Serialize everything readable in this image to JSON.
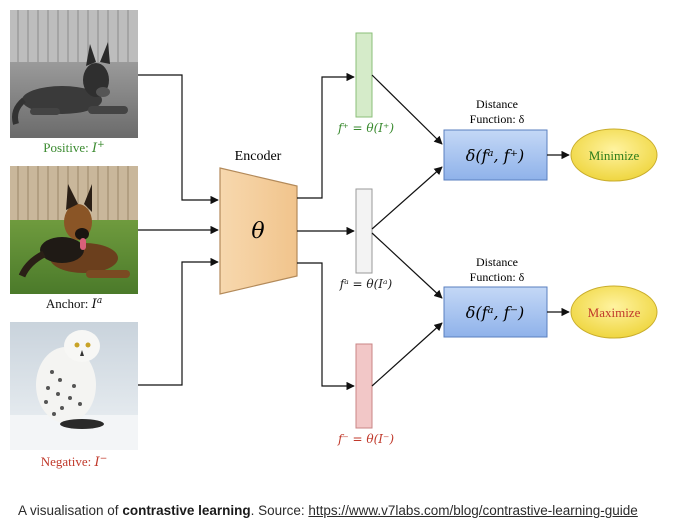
{
  "images": {
    "positive": {
      "label_prefix": "Positive: ",
      "label_var": "I",
      "label_sup": "+",
      "subject": "dog lying on grass (grayscale)"
    },
    "anchor": {
      "label_prefix": "Anchor: ",
      "label_var": "I",
      "label_sup": "a",
      "subject": "dog lying on grass (color)"
    },
    "negative": {
      "label_prefix": "Negative: ",
      "label_var": "I",
      "label_sup": "−",
      "subject": "snowy owl"
    }
  },
  "encoder": {
    "title": "Encoder",
    "symbol": "θ"
  },
  "embeddings": {
    "positive": "f⁺ = θ(I⁺)",
    "anchor": "fᵃ = θ(Iᵃ)",
    "negative": "f⁻ = θ(I⁻)"
  },
  "distance": {
    "title_line1": "Distance",
    "title_line2": "Function: δ",
    "positive_expr": "δ(fᵃ, f⁺)",
    "negative_expr": "δ(fᵃ, f⁻)"
  },
  "outcomes": {
    "minimize": "Minimize",
    "maximize": "Maximize"
  },
  "caption": {
    "prefix": "A visualisation of ",
    "bold": "contrastive learning",
    "middle": ". Source: ",
    "link": "https://www.v7labs.com/blog/contrastive-learning-guide"
  },
  "colors": {
    "positive_label": "#3a8a2f",
    "negative_label": "#c0392b",
    "encoder_fill": "#f6d3a6",
    "encoder_stroke": "#b38a5a",
    "pos_vec_fill": "#d5ebc9",
    "anchor_vec_fill": "#f3f3f3",
    "neg_vec_fill": "#f2c7c7",
    "distance_fill": "#a9c6f0",
    "outcome_fill": "#f6e15c",
    "minimize_text": "#2e7d1c",
    "maximize_text": "#c0392b"
  }
}
